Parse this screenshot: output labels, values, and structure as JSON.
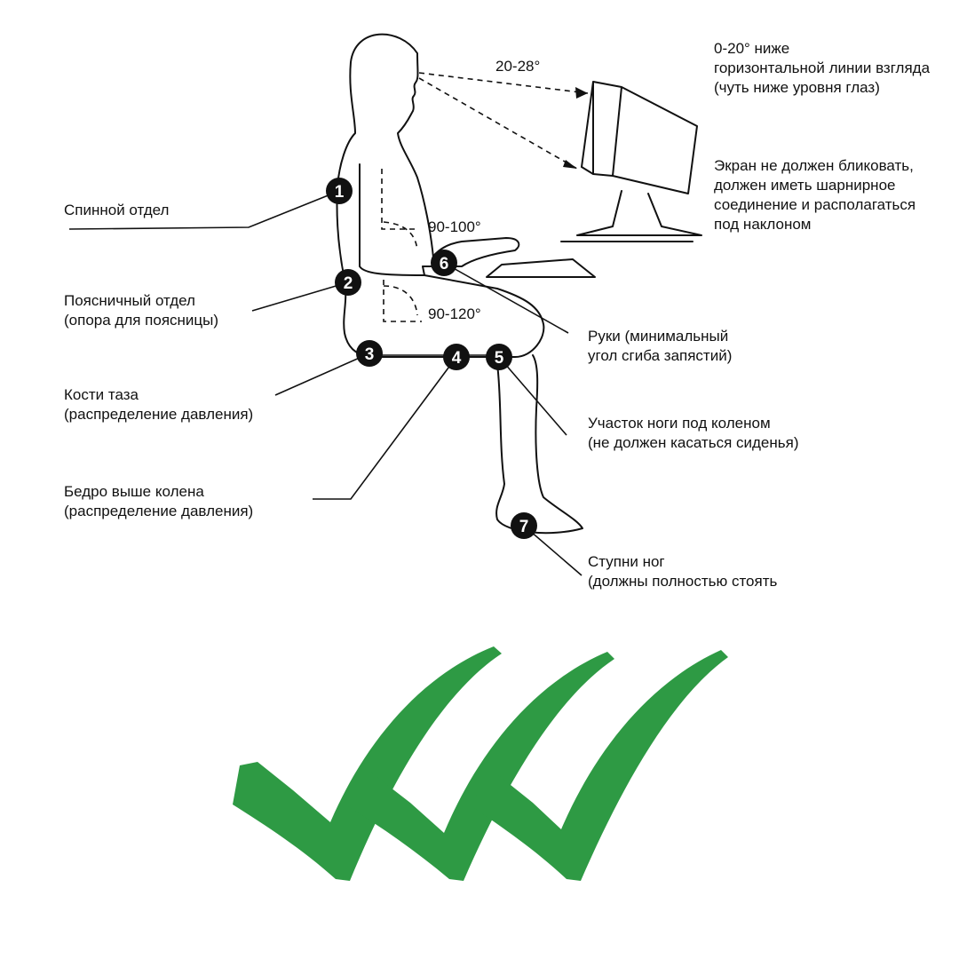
{
  "colors": {
    "ink": "#111111",
    "check_green": "#2e9a44",
    "background": "#ffffff"
  },
  "angles": {
    "view": "20-28°",
    "elbow": "90-100°",
    "hip": "90-120°"
  },
  "markers": [
    "1",
    "2",
    "3",
    "4",
    "5",
    "6",
    "7"
  ],
  "labels": {
    "monitor_height": {
      "line1": "0-20° ниже",
      "line2": "горизонтальной линии взгляда",
      "line3": "(чуть ниже уровня глаз)"
    },
    "screen": {
      "line1": "Экран не должен бликовать,",
      "line2": "должен иметь шарнирное",
      "line3": "соединение и располагаться",
      "line4": "под наклоном"
    },
    "upper_back": {
      "line1": "Спинной отдел"
    },
    "lumbar": {
      "line1": "Поясничный отдел",
      "line2": "(опора для поясницы)"
    },
    "hands": {
      "line1": "Руки (минимальный",
      "line2": "угол сгиба запястий)"
    },
    "pelvis": {
      "line1": "Кости таза",
      "line2": "(распределение давления)"
    },
    "under_knee": {
      "line1": "Участок ноги под коленом",
      "line2": "(не должен касаться сиденья)"
    },
    "thigh": {
      "line1": "Бедро выше колена",
      "line2": "(распределение давления)"
    },
    "feet": {
      "line1": "Ступни ног",
      "line2": "(должны полностью стоять"
    }
  },
  "icons": {
    "checkmarks": "triple-checkmark-icon"
  }
}
